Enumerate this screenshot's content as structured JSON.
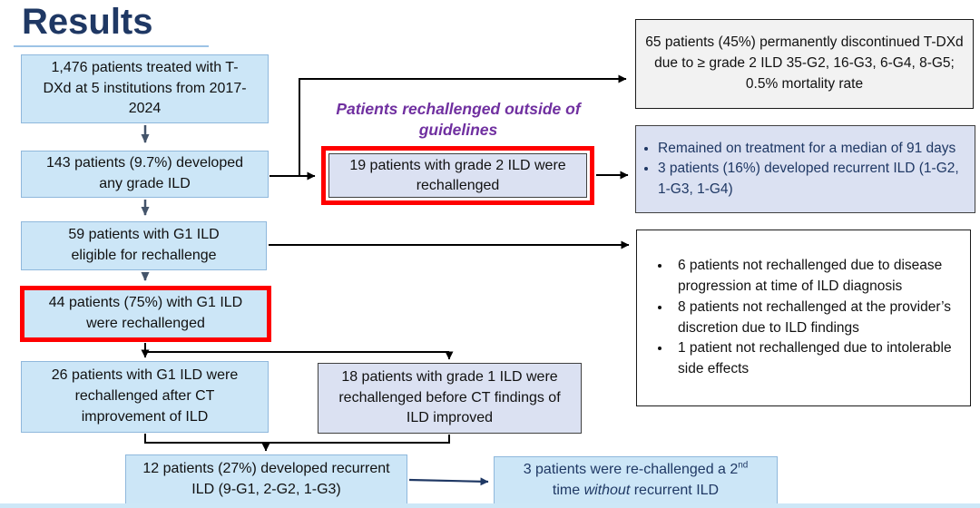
{
  "title": "Results",
  "colors": {
    "title_navy": "#1f3864",
    "highlight_red": "#ff0000",
    "label_purple": "#7030a0",
    "light_blue_fill": "#cce6f7",
    "lavender_fill": "#dbe1f2",
    "arrow_black": "#000000",
    "arrow_slate": "#44546a",
    "arrow_navy": "#1f3864"
  },
  "flowchart": {
    "label_outside_guidelines": "Patients rechallenged outside of guidelines",
    "boxes": {
      "total": {
        "text": "1,476 patients treated with T-DXd at 5 institutions from 2017-2024"
      },
      "any_grade": {
        "text": "143 patients (9.7%) developed any grade ILD"
      },
      "eligible": {
        "text": "59 patients with G1 ILD eligible for rechallenge"
      },
      "rechallenged_g1": {
        "text": "44 patients (75%) with G1 ILD were rechallenged"
      },
      "after_ct": {
        "text": "26 patients with G1 ILD were rechallenged after CT improvement of ILD"
      },
      "before_ct": {
        "text": "18 patients with grade 1 ILD were rechallenged before CT findings of ILD improved"
      },
      "recurrent": {
        "text": "12 patients (27%) developed recurrent ILD (9-G1, 2-G2, 1-G3)"
      },
      "second_rechallenge": {
        "prefix": "3 patients were re-challenged a 2",
        "sup": "nd",
        "mid": " time ",
        "italic": "without",
        "suffix": " recurrent ILD"
      },
      "discontinued": {
        "text": "65 patients (45%) permanently discontinued T-DXd due to ≥ grade 2 ILD 35-G2, 16-G3, 6-G4, 8-G5; 0.5% mortality rate"
      },
      "grade2_rechallenged": {
        "text": "19 patients with grade 2 ILD were rechallenged"
      },
      "outcome_grade2": {
        "bullets": [
          "Remained on treatment for a median of 91 days",
          "3 patients (16%) developed recurrent ILD (1-G2, 1-G3, 1-G4)"
        ]
      },
      "not_rechallenged": {
        "bullets": [
          "6 patients not rechallenged due to disease progression at time of ILD diagnosis",
          "8 patients not rechallenged at the provider’s discretion due to ILD findings",
          "1 patient not rechallenged due to intolerable side effects"
        ]
      }
    }
  }
}
